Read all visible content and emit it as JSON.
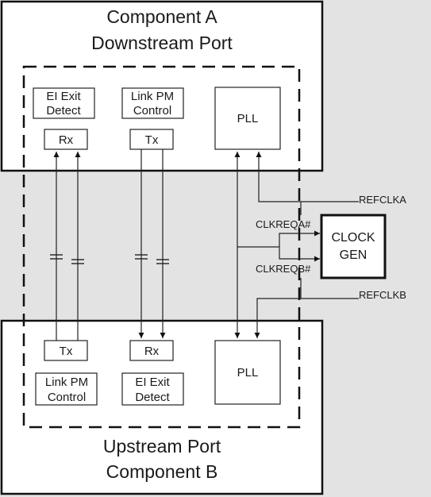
{
  "component_a": {
    "title_line1": "Component A",
    "title_line2": "Downstream Port",
    "ei_exit_line1": "EI Exit",
    "ei_exit_line2": "Detect",
    "link_pm_line1": "Link PM",
    "link_pm_line2": "Control",
    "pll": "PLL",
    "rx": "Rx",
    "tx": "Tx"
  },
  "component_b": {
    "title_line1": "Upstream Port",
    "title_line2": "Component B",
    "tx": "Tx",
    "rx": "Rx",
    "link_pm_line1": "Link PM",
    "link_pm_line2": "Control",
    "ei_exit_line1": "EI Exit",
    "ei_exit_line2": "Detect",
    "pll": "PLL"
  },
  "clock_gen": {
    "line1": "CLOCK",
    "line2": "GEN"
  },
  "signals": {
    "refclka": "REFCLKA",
    "refclkb": "REFCLKB",
    "clkreqa": "CLKREQA#",
    "clkreqb": "CLKREQB#"
  }
}
